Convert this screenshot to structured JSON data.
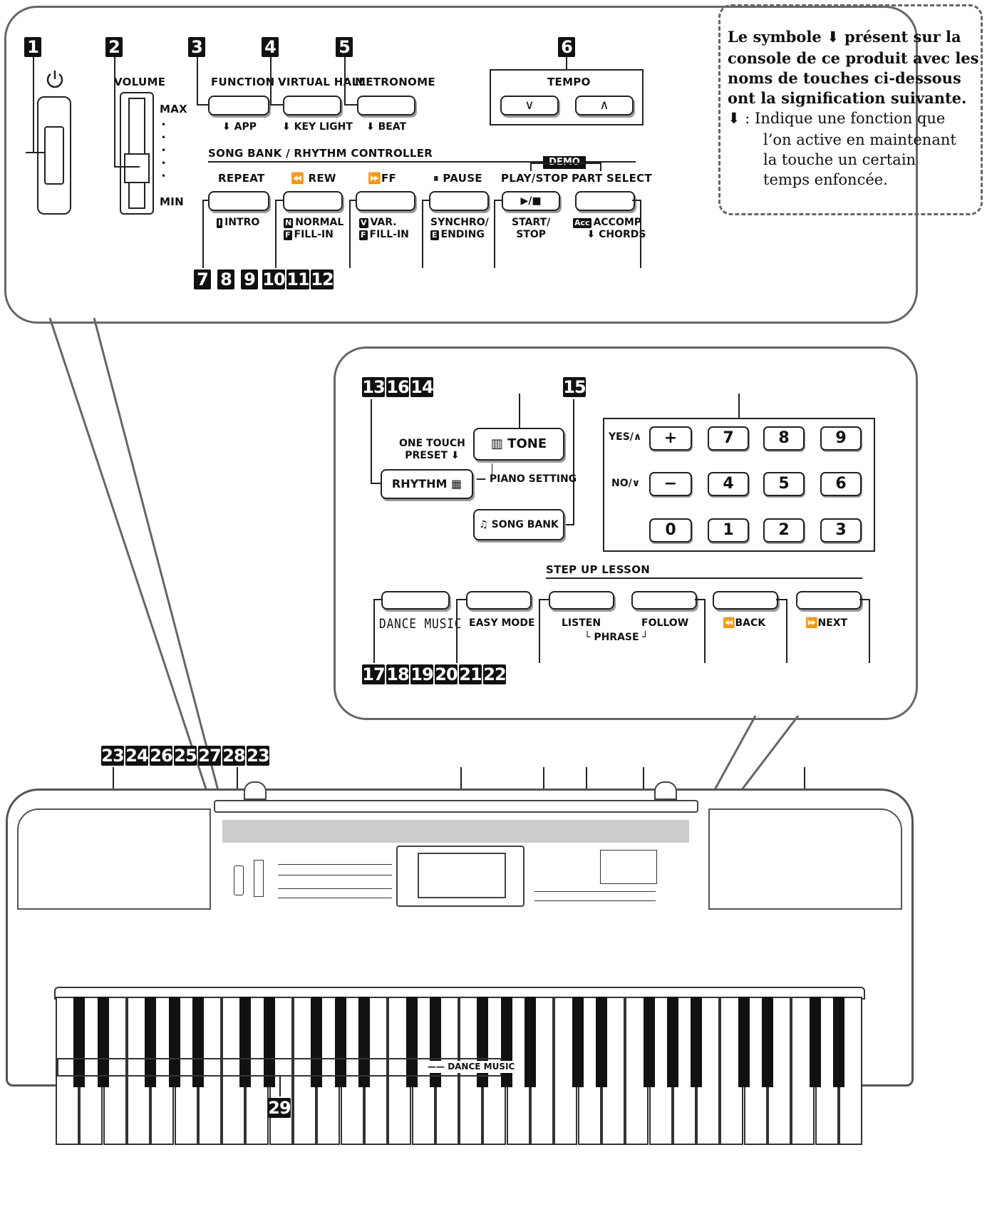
{
  "callouts": {
    "n1": "1",
    "n2": "2",
    "n3": "3",
    "n4": "4",
    "n5": "5",
    "n6": "6",
    "n7": "7",
    "n8": "8",
    "n9": "9",
    "n10": "10",
    "n11": "11",
    "n12": "12",
    "n13": "13",
    "n16": "16",
    "n14": "14",
    "n15": "15",
    "n17": "17",
    "n18": "18",
    "n19": "19",
    "n20": "20",
    "n21": "21",
    "n22": "22",
    "n23a": "23",
    "n24": "24",
    "n26": "26",
    "n25": "25",
    "n27": "27",
    "n28": "28",
    "n23b": "23",
    "n29": "29"
  },
  "top": {
    "volume": "VOLUME",
    "max": "MAX",
    "min": "MIN",
    "function": "FUNCTION",
    "virtual_hall": "VIRTUAL HALL",
    "metronome": "METRONOME",
    "app": "APP",
    "key_light": "KEY LIGHT",
    "beat": "BEAT",
    "tempo": "TEMPO",
    "song_bank_rhythm": "SONG BANK / RHYTHM CONTROLLER",
    "demo": "DEMO",
    "repeat": "REPEAT",
    "rew": "REW",
    "ff": "FF",
    "pause": "PAUSE",
    "play_stop": "PLAY/STOP",
    "part_select": "PART SELECT",
    "intro": "INTRO",
    "normal": "NORMAL",
    "fill_in": "FILL-IN",
    "var": "VAR.",
    "fill_in2": "FILL-IN",
    "synchro": "SYNCHRO/",
    "ending": "ENDING",
    "start": "START/",
    "stop": "STOP",
    "accomp": "ACCOMP",
    "chords": "CHORDS",
    "play_symbol": "▶/■"
  },
  "note": {
    "line1": "Le symbole",
    "line1b": "présent sur la",
    "line2": "console de ce produit avec les",
    "line3": "noms de touches ci-dessous",
    "line4": "ont la signification suivante.",
    "line5": ": Indique une fonction que",
    "line6": "l’on active en maintenant",
    "line7": "la touche un certain",
    "line8": "temps enfoncée."
  },
  "middle": {
    "one_touch": "ONE TOUCH",
    "preset": "PRESET",
    "rhythm": "RHYTHM",
    "tone": "TONE",
    "piano_setting": "PIANO SETTING",
    "song_bank": "SONG BANK",
    "yes": "YES/∧",
    "no": "NO/∨",
    "plus": "+",
    "minus": "−",
    "k7": "7",
    "k8": "8",
    "k9": "9",
    "k4": "4",
    "k5": "5",
    "k6": "6",
    "k0": "0",
    "k1": "1",
    "k2": "2",
    "k3": "3",
    "step_up": "STEP UP LESSON",
    "dance_music": "DANCE MUSIC",
    "easy_mode": "EASY MODE",
    "listen": "LISTEN",
    "follow": "FOLLOW",
    "phrase": "PHRASE",
    "back": "BACK",
    "next": "NEXT"
  },
  "keyboard": {
    "dance_music": "DANCE MUSIC"
  },
  "colors": {
    "line": "#222222",
    "panel_border": "#666666",
    "badge": "#111111"
  }
}
